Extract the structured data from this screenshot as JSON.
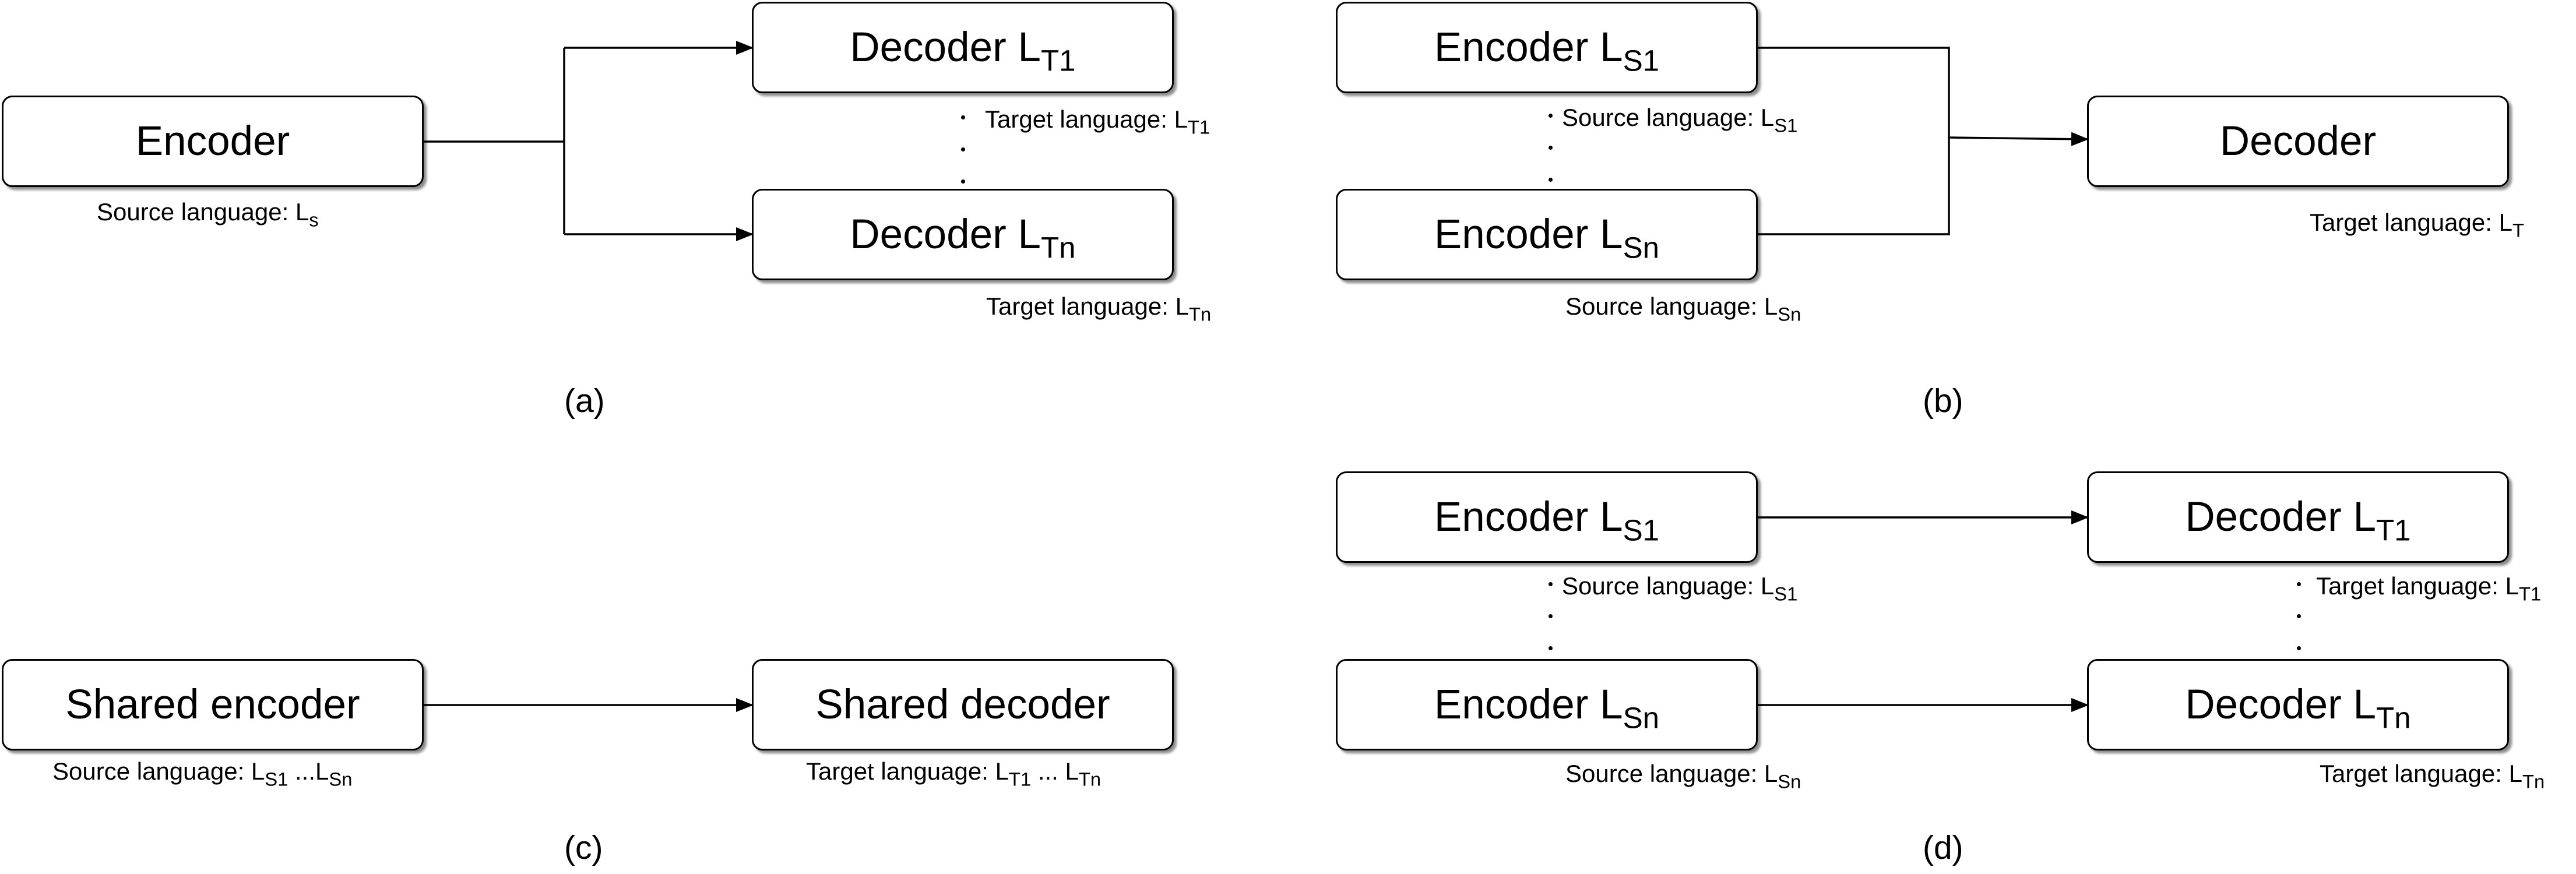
{
  "panel_a": {
    "caption": "(a)",
    "encoder": "Encoder",
    "source_label": "Source language: ",
    "source_sym": "L",
    "source_sub": "s",
    "decoder_top_text": "Decoder L",
    "decoder_top_sub": "T1",
    "decoder_top_label": "Target language: L",
    "decoder_top_label_sub": "T1",
    "decoder_bottom_text": "Decoder L",
    "decoder_bottom_sub": "Tn",
    "decoder_bottom_label": "Target language: L",
    "decoder_bottom_label_sub": "Tn"
  },
  "panel_b": {
    "caption": "(b)",
    "encoder_top_text": "Encoder L",
    "encoder_top_sub": "S1",
    "encoder_top_label": "Source language: L",
    "encoder_top_label_sub": "S1",
    "encoder_bottom_text": "Encoder L",
    "encoder_bottom_sub": "Sn",
    "encoder_bottom_label": "Source language: L",
    "encoder_bottom_label_sub": "Sn",
    "decoder": "Decoder",
    "target_label": "Target language: L",
    "target_label_sub": "T"
  },
  "panel_c": {
    "caption": "(c)",
    "encoder": "Shared encoder",
    "decoder": "Shared decoder",
    "source_label": "Source language: L",
    "source_sub1": "S1",
    "source_mid": " ...L",
    "source_sub2": "Sn",
    "target_label": "Target language: L",
    "target_sub1": "T1",
    "target_mid": " ... L",
    "target_sub2": "Tn"
  },
  "panel_d": {
    "caption": "(d)",
    "encoder_top_text": "Encoder L",
    "encoder_top_sub": "S1",
    "encoder_top_label": "Source language: L",
    "encoder_top_label_sub": "S1",
    "encoder_bottom_text": "Encoder L",
    "encoder_bottom_sub": "Sn",
    "encoder_bottom_label": "Source language: L",
    "encoder_bottom_label_sub": "Sn",
    "decoder_top_text": "Decoder L",
    "decoder_top_sub": "T1",
    "decoder_top_label": "Target language: L",
    "decoder_top_label_sub": "T1",
    "decoder_bottom_text": "Decoder L",
    "decoder_bottom_sub": "Tn",
    "decoder_bottom_label": "Target language: L",
    "decoder_bottom_label_sub": "Tn"
  },
  "colors": {
    "stroke": "#000000",
    "background": "#ffffff"
  }
}
